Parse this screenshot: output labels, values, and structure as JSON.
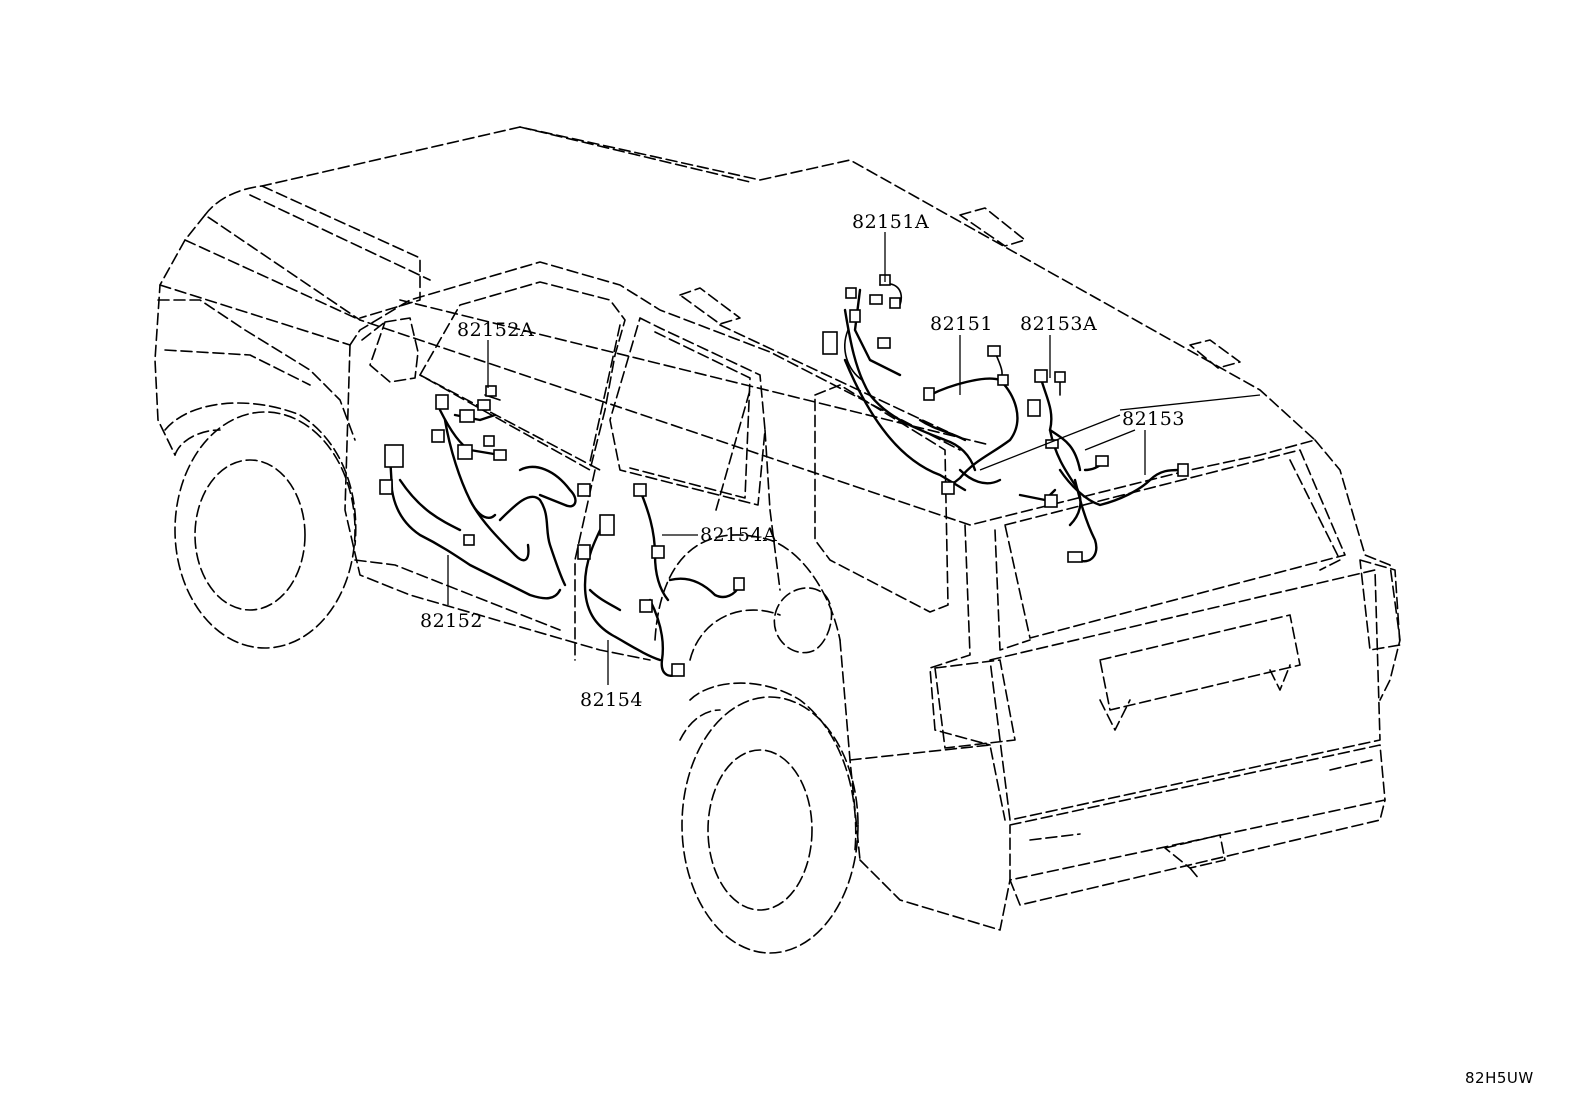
{
  "diagram": {
    "part_labels": {
      "p82151A": "82151A",
      "p82151": "82151",
      "p82153A": "82153A",
      "p82153": "82153",
      "p82152A": "82152A",
      "p82152": "82152",
      "p82154A": "82154A",
      "p82154": "82154"
    },
    "figure_code": "82H5UW"
  }
}
